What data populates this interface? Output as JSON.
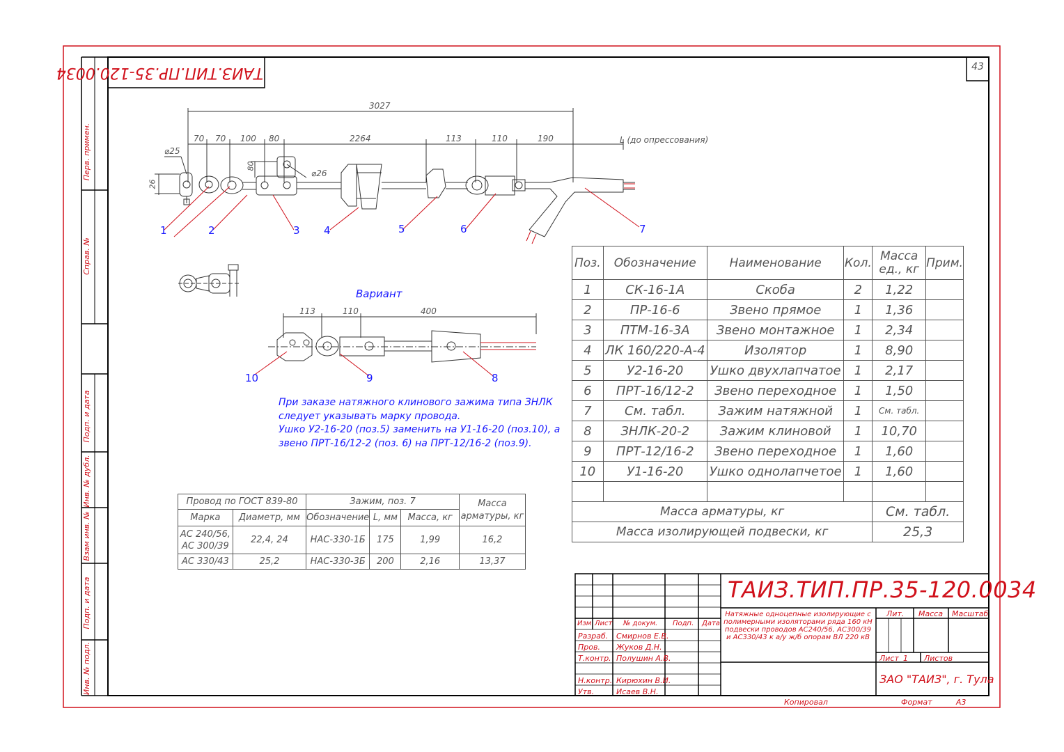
{
  "stamp_top": "ТАИЗ.ТИП.ПР.35-120.0034",
  "sheet_no": "43",
  "left_strip": {
    "perv_primen": "Перв. примен.",
    "sprav_no": "Справ. №",
    "podp_data_1": "Подп. и дата",
    "inv_dubl": "Инв. № дубл.",
    "vzam_inv": "Взам инв. №",
    "podp_data_2": "Подп. и дата",
    "inv_podl": "Инв. № подл."
  },
  "dimensions": {
    "total": "3027",
    "d1": "70",
    "d2": "70",
    "d3": "100",
    "d4": "80",
    "d5": "2264",
    "d6": "113",
    "d7": "110",
    "d8": "190",
    "L_label": "L (до опрессования)",
    "phi25": "⌀25",
    "phi26": "⌀26",
    "h26": "26",
    "h80": "80"
  },
  "positions": [
    "1",
    "2",
    "3",
    "4",
    "5",
    "6",
    "7"
  ],
  "variant": {
    "title": "Вариант",
    "dims": [
      "113",
      "110",
      "400"
    ],
    "positions": [
      "10",
      "9",
      "8"
    ]
  },
  "note": {
    "line1": "При заказе натяжного клинового зажима типа ЗНЛК",
    "line2": "следует указывать марку провода.",
    "line3": "Ушко У2-16-20 (поз.5) заменить на У1-16-20 (поз.10), а",
    "line4": "звено ПРТ-16/12-2 (поз. 6) на ПРТ-12/16-2 (поз.9)."
  },
  "spec_table": {
    "headers": [
      "Поз.",
      "Обозначение",
      "Наименование",
      "Кол.",
      "Масса ед., кг",
      "Прим."
    ],
    "rows": [
      [
        "1",
        "СК-16-1А",
        "Скоба",
        "2",
        "1,22",
        ""
      ],
      [
        "2",
        "ПР-16-6",
        "Звено прямое",
        "1",
        "1,36",
        ""
      ],
      [
        "3",
        "ПТМ-16-3А",
        "Звено монтажное",
        "1",
        "2,34",
        ""
      ],
      [
        "4",
        "ЛК 160/220-А-4",
        "Изолятор",
        "1",
        "8,90",
        ""
      ],
      [
        "5",
        "У2-16-20",
        "Ушко двухлапчатое",
        "1",
        "2,17",
        ""
      ],
      [
        "6",
        "ПРТ-16/12-2",
        "Звено переходное",
        "1",
        "1,50",
        ""
      ],
      [
        "7",
        "См. табл.",
        "Зажим натяжной",
        "1",
        "См. табл.",
        ""
      ],
      [
        "8",
        "ЗНЛК-20-2",
        "Зажим клиновой",
        "1",
        "10,70",
        ""
      ],
      [
        "9",
        "ПРТ-12/16-2",
        "Звено переходное",
        "1",
        "1,60",
        ""
      ],
      [
        "10",
        "У1-16-20",
        "Ушко однолапчетое",
        "1",
        "1,60",
        ""
      ],
      [
        "",
        "",
        "",
        "",
        "",
        ""
      ]
    ],
    "mass_armatury_label": "Масса арматуры, кг",
    "mass_armatury_value": "См. табл.",
    "mass_podveski_label": "Масса изолирующей подвески, кг",
    "mass_podveski_value": "25,3"
  },
  "wire_table": {
    "h_provod": "Провод по ГОСТ 839-80",
    "h_zazhim": "Зажим, поз. 7",
    "h_massa": "Масса арматуры, кг",
    "h_marka": "Марка",
    "h_diam": "Диаметр, мм",
    "h_oboz": "Обозначение",
    "h_L": "L, мм",
    "h_mass": "Масса, кг",
    "rows": [
      {
        "marka": "АС 240/56, АС 300/39",
        "diam": "22,4, 24",
        "oboz": "НАС-330-1Б",
        "L": "175",
        "mass": "1,99",
        "massa": "16,2"
      },
      {
        "marka": "АС 330/43",
        "diam": "25,2",
        "oboz": "НАС-330-3Б",
        "L": "200",
        "mass": "2,16",
        "massa": "13,37"
      }
    ]
  },
  "title_block": {
    "code": "ТАИЗ.ТИП.ПР.35-120.0034",
    "izm": "Изм",
    "list": "Лист",
    "no_dokum": "№ докум.",
    "podp": "Подп.",
    "data": "Дата",
    "razrab": "Разраб.",
    "razrab_name": "Смирнов Е.В.",
    "prov": "Пров.",
    "prov_name": "Жуков Д.Н.",
    "tkontr": "Т.контр.",
    "tkontr_name": "Полушин А.В.",
    "nkontr": "Н.контр.",
    "nkontr_name": "Кирюхин В.И.",
    "utv": "Утв.",
    "utv_name": "Исаев В.Н.",
    "description": "Натяжные одноцепные изолирующие с полимерными изоляторами ряда 160 кН подвески проводов АС240/56, АС300/39 и АС330/43 к а/у ж/б опорам ВЛ 220 кВ",
    "lit": "Лит.",
    "massa": "Масса",
    "masshtab": "Масштаб",
    "list_label": "Лист",
    "list_value": "1",
    "listov": "Листов",
    "org": "ЗАО \"ТАИЗ\", г. Тула",
    "kopiroval": "Копировал",
    "format": "Формат",
    "format_value": "А3"
  }
}
